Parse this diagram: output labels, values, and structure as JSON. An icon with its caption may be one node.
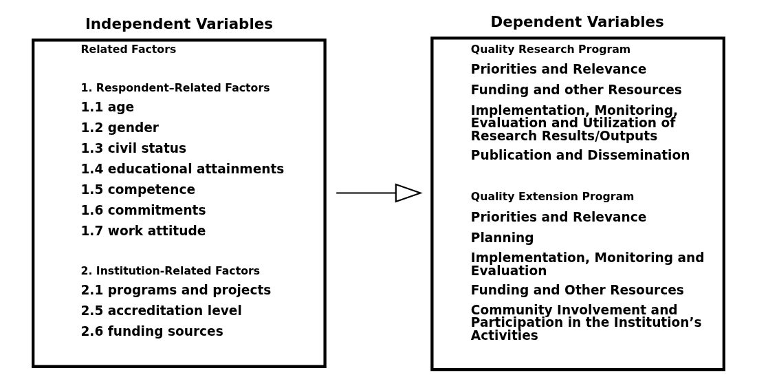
{
  "diagram": {
    "nodes": [
      {
        "text": [
          "Independent Variables",
          "Related Factors",
          "1. Respondent–Related Factors",
          "1.1 age",
          "1.2 gender",
          "1.3 civil status",
          "1.4 educational attainments",
          "1.5 competence",
          "1.6 commitments",
          "1.7 work attitude",
          "2. Institution-Related Factors",
          "2.1 programs and projects",
          "2.5 accreditation level",
          "2.6 funding sources"
        ]
      },
      {
        "text": [
          "Dependent Variables",
          "Quality Research Program",
          "Priorities and Relevance",
          "Funding and other Resources",
          "Implementation, Monitoring, Evaluation and Utilization of Research Results/Outputs",
          "Publication and Dissemination",
          "Quality Extension Program",
          "Priorities and Relevance",
          "Planning",
          "Implementation, Monitoring and Evaluation",
          "Funding and Other Resources",
          "Community Involvement and Participation in the Institution’s Activities"
        ]
      }
    ],
    "edges": [
      {
        "from": 0,
        "to": 1,
        "arrow": "to"
      }
    ]
  }
}
